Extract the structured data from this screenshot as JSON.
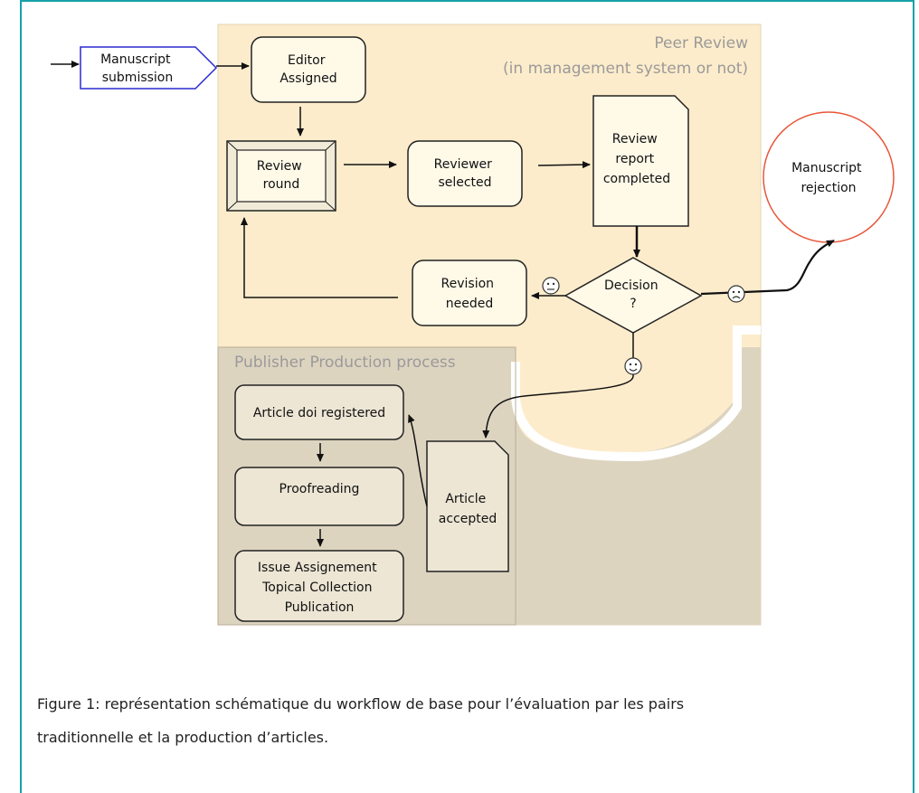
{
  "diagram": {
    "regions": {
      "peer_review_title": "Peer Review",
      "peer_review_subtitle": "(in management system or not)",
      "production_title": "Publisher Production process"
    },
    "nodes": {
      "submission": [
        "Manuscript",
        "submission"
      ],
      "editor": [
        "Editor",
        "Assigned"
      ],
      "review_round": [
        "Review",
        "round"
      ],
      "reviewer_selected": [
        "Reviewer",
        "selected"
      ],
      "review_report": [
        "Review",
        "report",
        "completed"
      ],
      "rejection": [
        "Manuscript",
        "rejection"
      ],
      "revision": [
        "Revision",
        "needed"
      ],
      "decision": [
        "Decision",
        "?"
      ],
      "doi": [
        "Article doi registered"
      ],
      "proofreading": [
        "Proofreading"
      ],
      "issue": [
        "Issue Assignement",
        "Topical Collection",
        "Publication"
      ],
      "accepted": [
        "Article",
        "accepted"
      ]
    },
    "colors": {
      "peer_review_fill": "#fdeccb",
      "production_fill": "#ddd4c0",
      "submission_border": "#2a2ad0",
      "rejection_border": "#e8573a",
      "frame": "#17a1a8"
    },
    "icons": {
      "neutral": "neutral-face-icon",
      "sad": "sad-face-icon",
      "happy": "happy-face-icon"
    }
  },
  "caption": {
    "line1": "Figure 1: représentation schématique du workflow de base pour l’évaluation par les pairs",
    "line2": "traditionnelle et la production d’articles."
  }
}
